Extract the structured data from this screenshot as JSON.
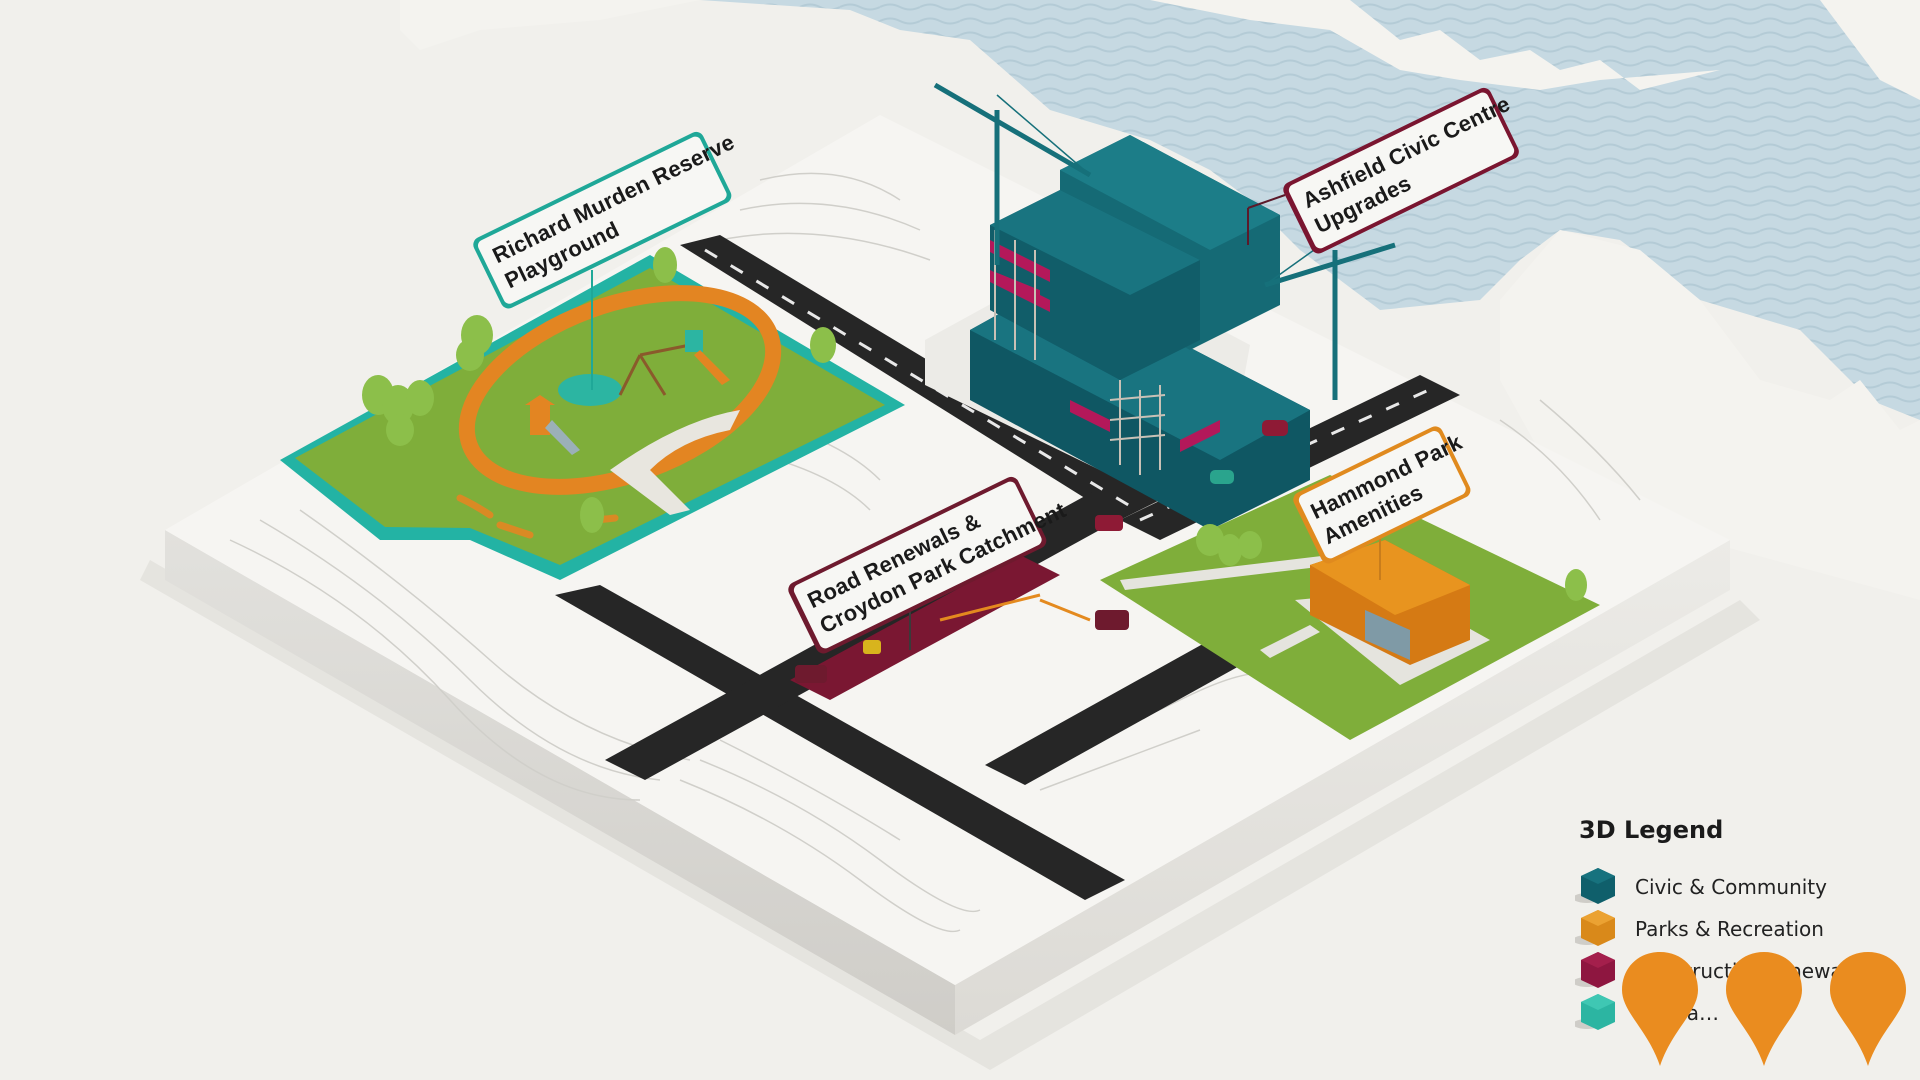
{
  "map": {
    "labels": [
      {
        "id": "richard-murden",
        "line1": "Richard Murden Reserve",
        "line2": "Playground",
        "accent": "#1fa898"
      },
      {
        "id": "ashfield-civic",
        "line1": "Ashfield Civic Centre",
        "line2": "Upgrades",
        "accent": "#7a1530"
      },
      {
        "id": "road-renewals",
        "line1": "Road Renewals &",
        "line2": "Croydon Park Catchment",
        "accent": "#6e1a2e"
      },
      {
        "id": "hammond-park",
        "line1": "Hammond Park",
        "line2": "Amenities",
        "accent": "#e08a1e"
      }
    ]
  },
  "legend": {
    "title": "3D Legend",
    "items": [
      {
        "label": "Civic & Community",
        "color": "#0f5f6b"
      },
      {
        "label": "Parks & Recreation",
        "color": "#e0921c"
      },
      {
        "label": "Constructi… Renewa…",
        "visible_fragment": "C   ucti     ewa",
        "color": "#8e1640"
      },
      {
        "label": "… Spa…",
        "visible_fragment": "Spa",
        "color": "#2cb5a2"
      }
    ]
  },
  "pins": {
    "count": 3,
    "color": "#ea8c1f"
  },
  "colors": {
    "water": "#c9dbe3",
    "land": "#f4f3ef",
    "grass": "#7fae3a",
    "road": "#262626",
    "road_works": "#7a1732",
    "building": "#14646b",
    "amenity": "#e38a1c",
    "park_path": "#e38522",
    "park_edge": "#23b3a4"
  }
}
